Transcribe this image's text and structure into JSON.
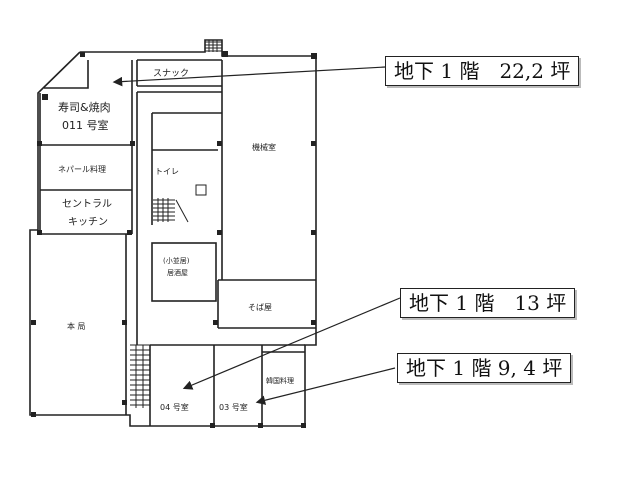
{
  "rooms": {
    "snack": "スナック",
    "sushi_line1": "寿司&焼肉",
    "sushi_line2": "011 号室",
    "machine_room": "機械室",
    "nepal": "ネパール料理",
    "toilet": "トイレ",
    "central_line1": "セントラル",
    "central_line2": "キッチン",
    "izakaya_line1": "(小並居)",
    "izakaya_line2": "居酒屋",
    "soba": "そば屋",
    "main_office": "本 局",
    "room04": "04 号室",
    "room03": "03 号室",
    "korean": "韓国料理"
  },
  "callouts": {
    "c1": "地下 1 階　22,2 坪",
    "c2": "地下 1 階　13 坪",
    "c3": "地下 1 階 9, 4 坪"
  }
}
